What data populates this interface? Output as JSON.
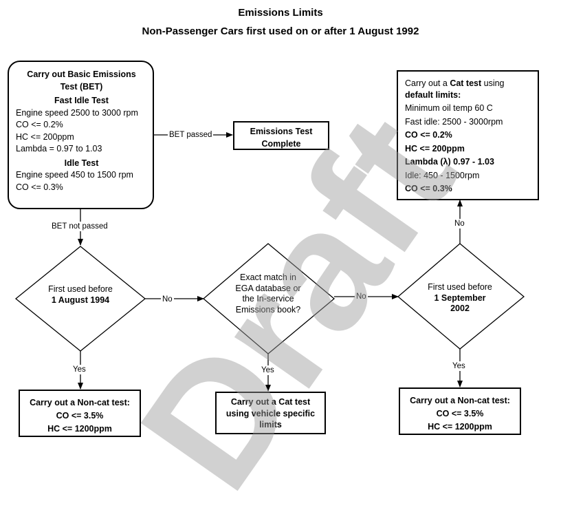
{
  "header": {
    "title": "Emissions Limits",
    "subtitle": "Non-Passenger Cars first used on or after 1 August 1992"
  },
  "bet_box": {
    "title_line1": "Carry out Basic Emissions",
    "title_line2": "Test (BET)",
    "fast_idle_heading": "Fast Idle Test",
    "fast_idle_lines": [
      "Engine speed 2500 to 3000 rpm",
      "CO <= 0.2%",
      "HC <= 200ppm",
      "Lambda = 0.97 to 1.03"
    ],
    "idle_heading": "Idle Test",
    "idle_lines": [
      "Engine speed 450 to 1500 rpm",
      "CO <= 0.3%"
    ]
  },
  "complete_box": {
    "line1": "Emissions Test",
    "line2": "Complete"
  },
  "cat_default_box": {
    "intro_plain1": "Carry out a ",
    "intro_bold": "Cat test",
    "intro_plain2": " using",
    "intro_line2": "default limits:",
    "lines": [
      {
        "text": "Minimum oil temp 60 C",
        "bold": false
      },
      {
        "text": "Fast idle: 2500 - 3000rpm",
        "bold": false
      },
      {
        "text": "CO <= 0.2%",
        "bold": true
      },
      {
        "text": "HC <= 200ppm",
        "bold": true
      },
      {
        "text": "Lambda (λ) 0.97 - 1.03",
        "bold": true
      },
      {
        "text": "Idle: 450 - 1500rpm",
        "bold": false
      },
      {
        "text": "CO <= 0.3%",
        "bold": true
      }
    ]
  },
  "decisions": {
    "d1": {
      "line1": "First used before",
      "line2": "1 August 1994"
    },
    "d2": {
      "line1": "Exact match in",
      "line2": "EGA database or",
      "line3": "the In-service",
      "line4": "Emissions book?"
    },
    "d3": {
      "line1": "First used before",
      "line2": "1 September",
      "line3": "2002"
    }
  },
  "result_boxes": {
    "noncat1": {
      "line1": "Carry out a Non-cat test:",
      "line2": "CO <= 3.5%",
      "line3": "HC <= 1200ppm"
    },
    "cat_specific": {
      "line1": "Carry out a Cat test",
      "line2": "using vehicle specific",
      "line3": "limits"
    },
    "noncat2": {
      "line1": "Carry out a Non-cat test:",
      "line2": "CO <= 3.5%",
      "line3": "HC <= 1200ppm"
    }
  },
  "labels": {
    "bet_passed": "BET passed",
    "bet_not_passed": "BET not passed",
    "no1": "No",
    "no2": "No",
    "no3": "No",
    "yes1": "Yes",
    "yes2": "Yes",
    "yes3": "Yes"
  },
  "watermark": "Draft"
}
